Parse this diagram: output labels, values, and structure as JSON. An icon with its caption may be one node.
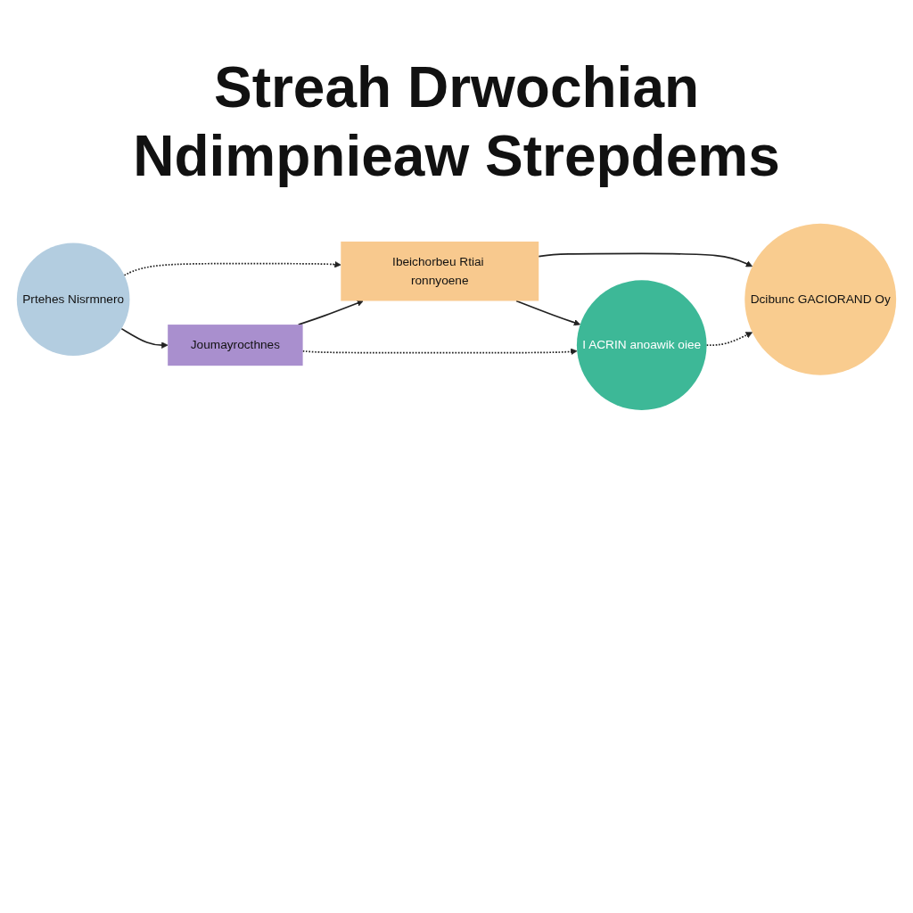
{
  "diagram": {
    "title": "Streah Drwochian Ndimpnieaw Strepdems",
    "nodes": [
      {
        "text": [
          "Prtehes Nisrmnero"
        ]
      },
      {
        "text": [
          "Ibeichorbeu Rtiai ronnyoene"
        ]
      },
      {
        "text": [
          "Joumayrocthnes"
        ]
      },
      {
        "text": [
          "I ACRIN anoawik oiee"
        ]
      },
      {
        "text": [
          "Dcibunc GACIORAND Oy"
        ]
      }
    ],
    "edges": [
      {
        "from": 0,
        "to": 1,
        "arrow": "to",
        "style": "dashed"
      },
      {
        "from": 0,
        "to": 2,
        "arrow": "to"
      },
      {
        "from": 2,
        "to": 1,
        "arrow": "to"
      },
      {
        "from": 1,
        "to": 4,
        "arrow": "to"
      },
      {
        "from": 1,
        "to": 3,
        "arrow": "to"
      },
      {
        "from": 2,
        "to": 3,
        "arrow": "to",
        "style": "dashed"
      },
      {
        "from": 3,
        "to": 4,
        "arrow": "to",
        "style": "dashed"
      }
    ]
  }
}
